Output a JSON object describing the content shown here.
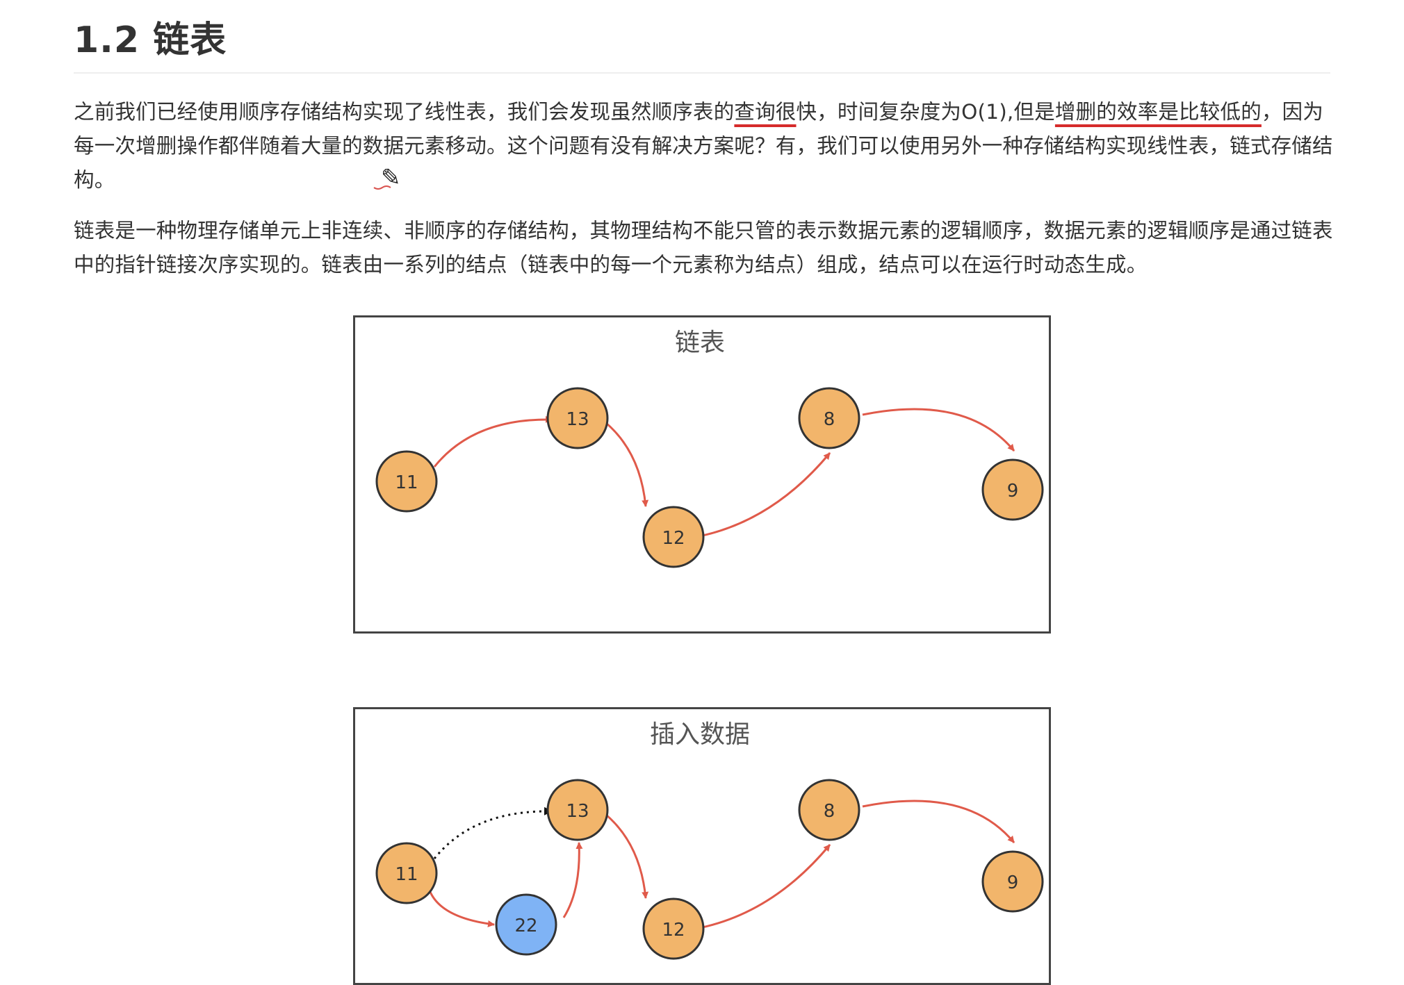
{
  "heading": "1.2 链表",
  "paragraph1": {
    "part1": "之前我们已经使用顺序存储结构实现了线性表，我们会发现虽然顺序表的",
    "part2_underlined": "查询很",
    "part3": "快，时间复杂度为O(1),但是",
    "part4_underlined": "增删的效率是比较低的",
    "part5": "，因为每一次增删操作都伴随着大量的数据元素移动。这个问题有没有解决方案呢？有，我们可以使用另外一种存储结构实现线性表，链式存储结构。"
  },
  "paragraph2": "链表是一种物理存储单元上非连续、非顺序的存储结构，其物理结构不能只管的表示数据元素的逻辑顺序，数据元素的逻辑顺序是通过链表中的指针链接次序实现的。链表由一系列的结点（链表中的每一个元素称为结点）组成，结点可以在运行时动态生成。",
  "figure1": {
    "title": "链表",
    "nodes": [
      "11",
      "13",
      "12",
      "8",
      "9"
    ]
  },
  "figure2": {
    "title": "插入数据",
    "nodes": [
      "11",
      "13",
      "12",
      "8",
      "9",
      "22"
    ]
  },
  "colors": {
    "node_fill": "#f2b56b",
    "node_new_fill": "#7fb3f5",
    "arrow": "#e05a4a",
    "underline": "#d62b2b"
  },
  "icons": [
    "pencil-cursor-icon"
  ]
}
